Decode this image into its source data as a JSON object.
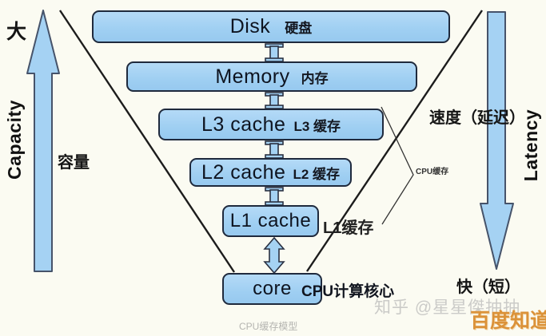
{
  "diagram": {
    "caption": "CPU缓存模型",
    "left_axis": {
      "top_label": "大",
      "axis_label": "Capacity",
      "cn_label": "容量"
    },
    "right_axis": {
      "top_label": "速度（延迟）",
      "axis_label": "Latency",
      "bottom_label": "快（短）"
    },
    "levels": [
      {
        "id": "disk",
        "en": "Disk",
        "cn": "硬盘"
      },
      {
        "id": "memory",
        "en": "Memory",
        "cn": "内存"
      },
      {
        "id": "l3",
        "en": "L3 cache",
        "cn": "L3 缓存"
      },
      {
        "id": "l2",
        "en": "L2 cache",
        "cn": "L2 缓存"
      },
      {
        "id": "l1",
        "en": "L1 cache",
        "cn_outside": "L1缓存"
      },
      {
        "id": "core",
        "en": "core",
        "cn_outside": "CPU计算核心"
      }
    ],
    "annotations": {
      "cpu_cache_group": "CPU缓存"
    },
    "icons": [
      "up-arrow-icon",
      "down-arrow-icon",
      "double-arrow-connector-icon",
      "funnel-line",
      "brace-line"
    ],
    "colors": {
      "box_fill_top": "#b4daf7",
      "box_fill_bottom": "#97c9ef",
      "box_border": "#1f2a3d",
      "arrow_fill": "#a5d2f3",
      "arrow_border": "#46536a",
      "funnel_line": "#1c1c1c",
      "background": "#fbfbf2",
      "watermark_gray": "#cbcbc8",
      "watermark_orange": "#db9239"
    }
  },
  "watermarks": {
    "zhihu": "知乎 @星星傑抽抽",
    "baidu": "百度知道"
  }
}
